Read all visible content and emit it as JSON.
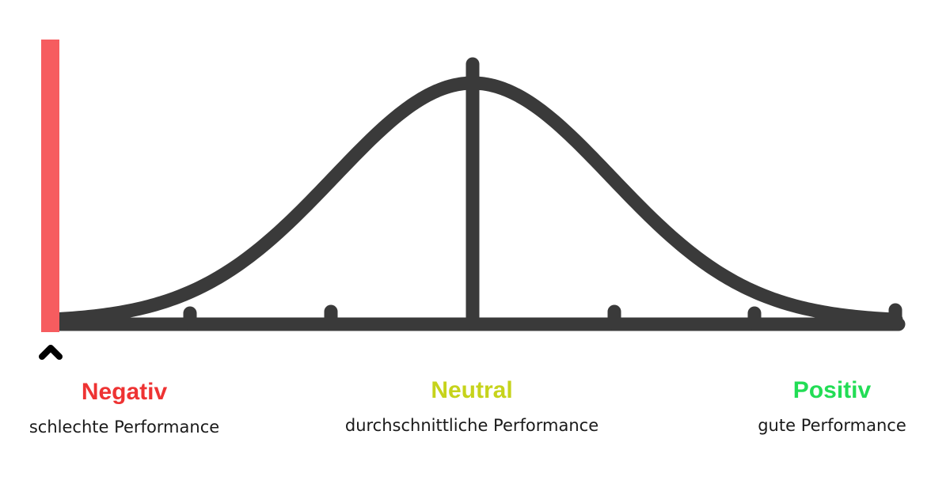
{
  "colors": {
    "curve": "#3a3a3a",
    "marker": "#f65c5f",
    "negative": "#ee3333",
    "neutral": "#c6d31b",
    "positive": "#22dd55"
  },
  "marker": {
    "icon": "caret-up-icon"
  },
  "labels": {
    "negative": {
      "title": "Negativ",
      "subtitle": "schlechte Performance"
    },
    "neutral": {
      "title": "Neutral",
      "subtitle": "durchschnittliche Performance"
    },
    "positive": {
      "title": "Positiv",
      "subtitle": "gute Performance"
    }
  }
}
